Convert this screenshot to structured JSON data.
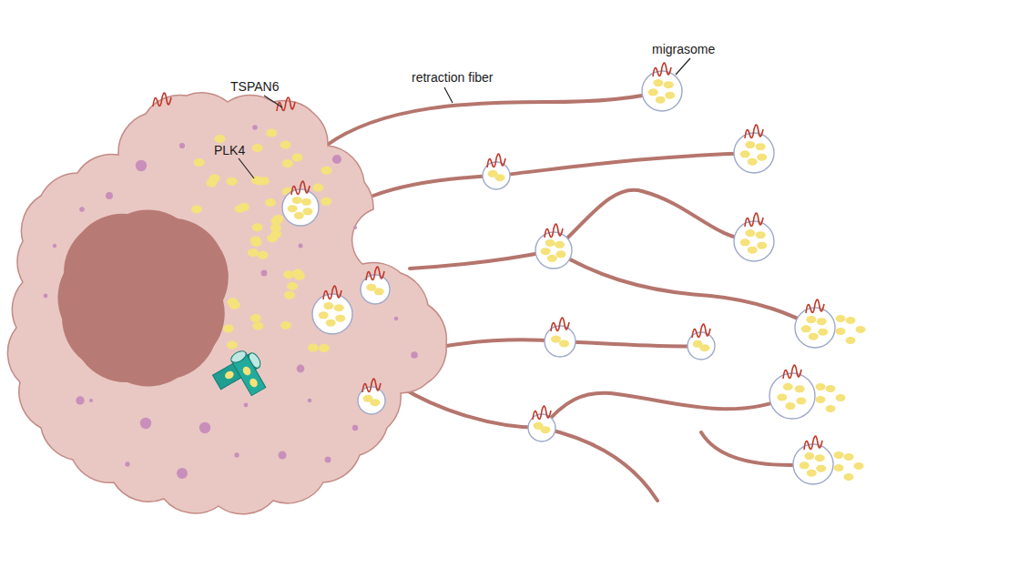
{
  "diagram": {
    "labels": [
      "TSPAN6",
      "PLK4",
      "retraction fiber",
      "migrasome"
    ]
  }
}
